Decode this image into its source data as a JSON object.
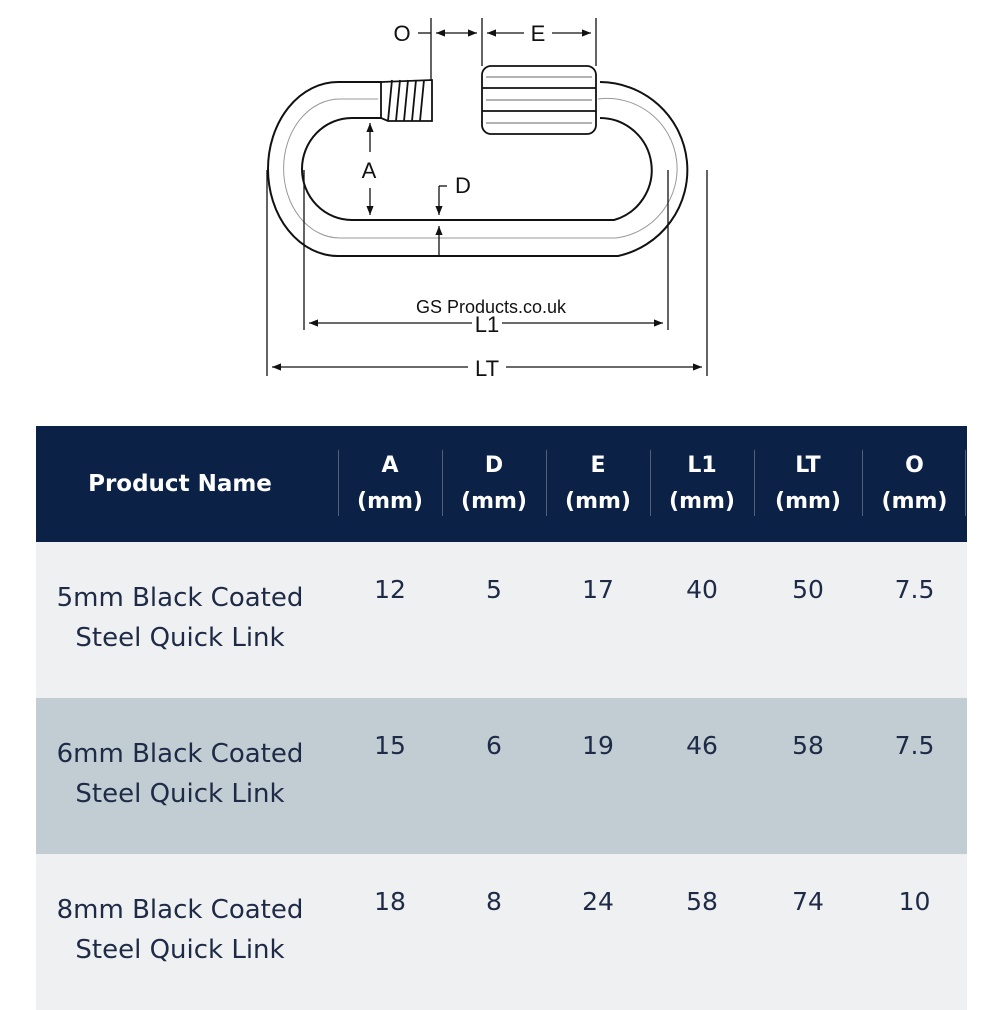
{
  "diagram": {
    "labels": {
      "o": "O",
      "e": "E",
      "a": "A",
      "d": "D",
      "l1": "L1",
      "lt": "LT"
    },
    "watermark": "GS Products.co.uk",
    "line_color": "#111111"
  },
  "table": {
    "header_bg": "#0c2146",
    "row_bg": "#eef0f2",
    "row_alt_bg": "#c2ccd3",
    "headers": [
      {
        "line1": "Product Name",
        "line2": ""
      },
      {
        "line1": "A",
        "line2": "(mm)"
      },
      {
        "line1": "D",
        "line2": "(mm)"
      },
      {
        "line1": "E",
        "line2": "(mm)"
      },
      {
        "line1": "L1",
        "line2": "(mm)"
      },
      {
        "line1": "LT",
        "line2": "(mm)"
      },
      {
        "line1": "O",
        "line2": "(mm)"
      }
    ],
    "rows": [
      {
        "name_line1": "5mm Black Coated",
        "name_line2": "Steel Quick Link",
        "values": [
          "12",
          "5",
          "17",
          "40",
          "50",
          "7.5"
        ]
      },
      {
        "name_line1": "6mm Black Coated",
        "name_line2": "Steel Quick Link",
        "values": [
          "15",
          "6",
          "19",
          "46",
          "58",
          "7.5"
        ]
      },
      {
        "name_line1": "8mm Black Coated",
        "name_line2": "Steel Quick Link",
        "values": [
          "18",
          "8",
          "24",
          "58",
          "74",
          "10"
        ]
      }
    ]
  }
}
